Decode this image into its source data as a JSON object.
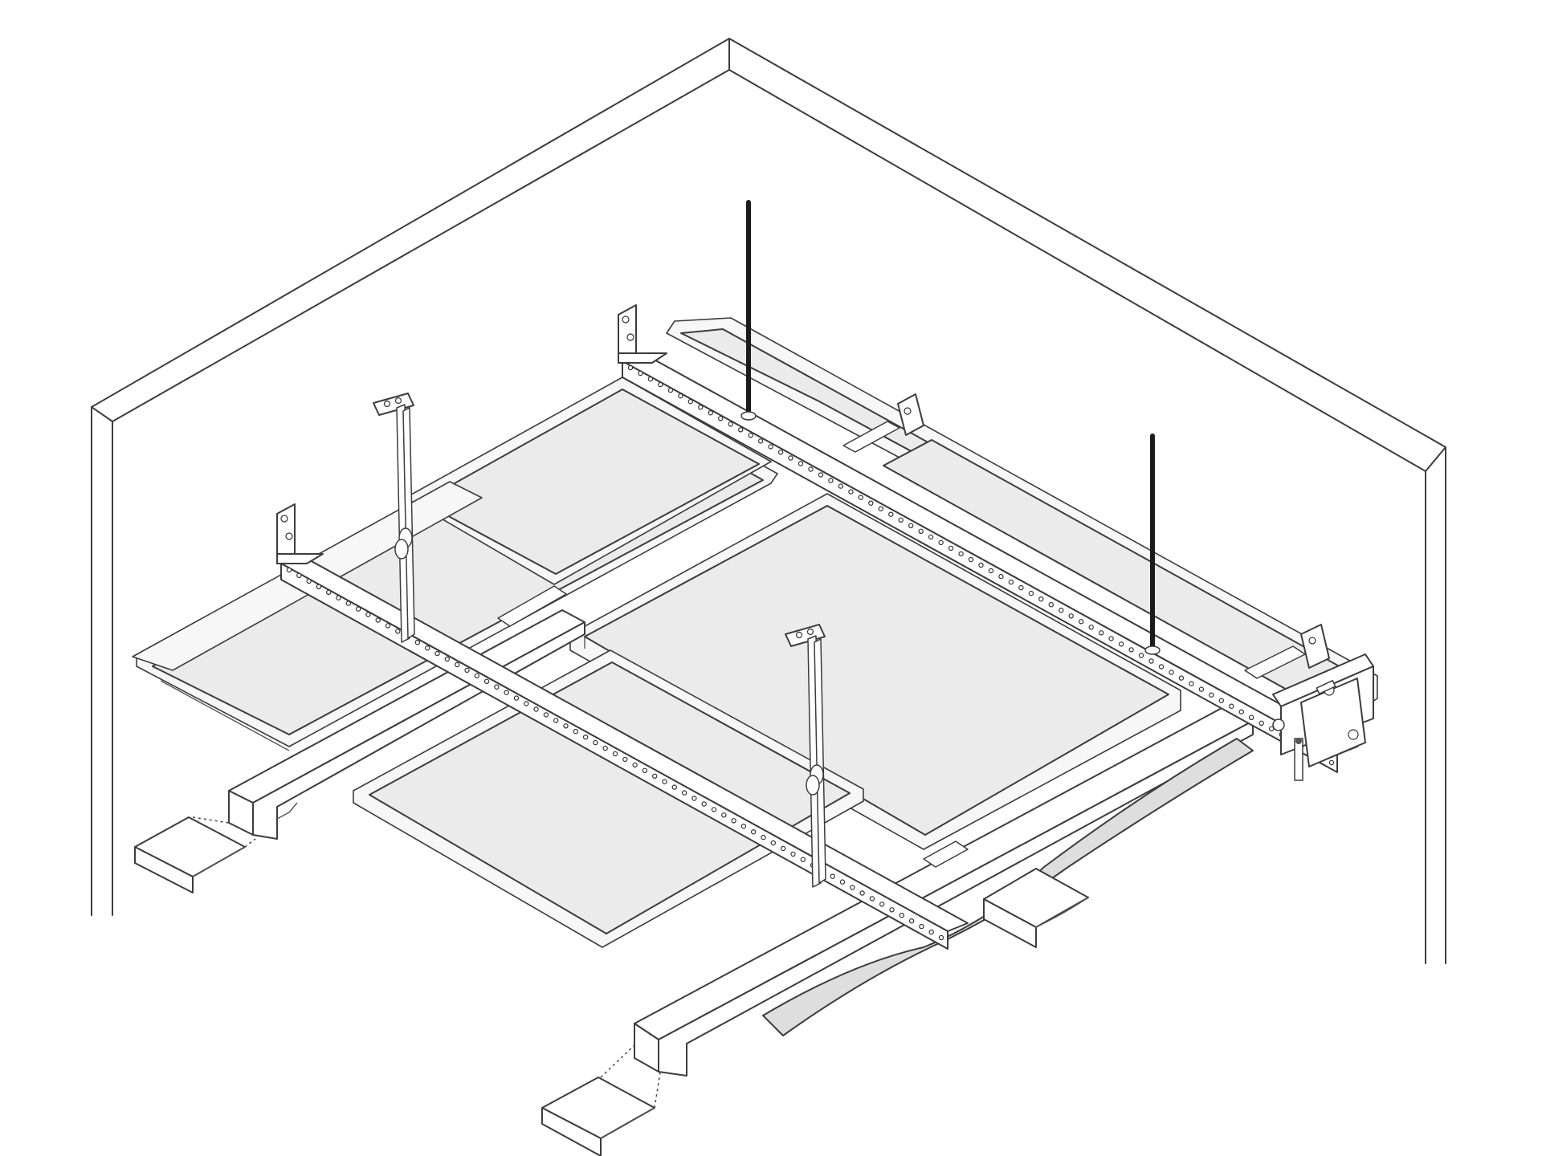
{
  "diagram": {
    "subject": "",
    "colors": {
      "line": "#3c3c3c",
      "panel_fill": "#ebebeb",
      "rod": "#1b1b1b",
      "background": "#ffffff"
    },
    "components": [
      {
        "name": "room-corner-walls"
      },
      {
        "name": "ceiling-panel",
        "count": 5
      },
      {
        "name": "perforated-main-channel",
        "count": 2
      },
      {
        "name": "threaded-suspension-rod",
        "count": 2
      },
      {
        "name": "adjustable-hanger-strap",
        "count": 2
      },
      {
        "name": "wall-angle-bracket",
        "count": 4
      },
      {
        "name": "carrier-profile-end",
        "count": 4
      },
      {
        "name": "bolt-and-nut-detail",
        "count": 1
      }
    ]
  }
}
